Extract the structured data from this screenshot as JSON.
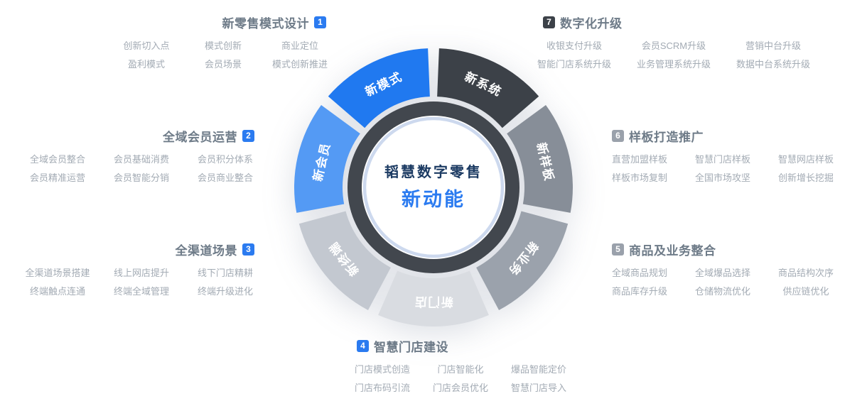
{
  "center": {
    "title": "韬慧数字零售",
    "subtitle": "新动能"
  },
  "colors": {
    "accent_blue": "#2b7bf0",
    "light_blue": "#549af4",
    "dark_slate": "#3c4148",
    "gray": "#878e98",
    "mid_gray": "#9ba2ac",
    "light_gray": "#d9dce1",
    "ring_dark": "#42474e",
    "center_ring": "#cdd9ee",
    "section_title_text": "#6e7b88",
    "section_item_text": "#a3abb4",
    "center_title_navy": "#1b3a62"
  },
  "wheel_segments": [
    {
      "label": "新系统",
      "color": "#3c4148"
    },
    {
      "label": "新样板",
      "color": "#878e98"
    },
    {
      "label": "新业务",
      "color": "#9ba2ac"
    },
    {
      "label": "新门店",
      "color": "#d9dce1"
    },
    {
      "label": "新终端",
      "color": "#c3c8d0"
    },
    {
      "label": "新会员",
      "color": "#549af4"
    },
    {
      "label": "新模式",
      "color": "#2079f0"
    }
  ],
  "sections": [
    {
      "number": "1",
      "title": "新零售模式设计",
      "badge_color": "#2b7bf0",
      "items": [
        [
          "创新切入点",
          "模式创新",
          "商业定位"
        ],
        [
          "盈利模式",
          "会员场景",
          "模式创新推进"
        ]
      ]
    },
    {
      "number": "2",
      "title": "全域会员运营",
      "badge_color": "#2b7bf0",
      "items": [
        [
          "全域会员整合",
          "会员基础消费",
          "会员积分体系"
        ],
        [
          "会员精准运营",
          "会员智能分销",
          "会员商业整合"
        ]
      ]
    },
    {
      "number": "3",
      "title": "全渠道场景",
      "badge_color": "#2b7bf0",
      "items": [
        [
          "全渠道场景搭建",
          "线上网店提升",
          "线下门店精耕"
        ],
        [
          "终端触点连通",
          "终端全域管理",
          "终端升级进化"
        ]
      ]
    },
    {
      "number": "4",
      "title": "智慧门店建设",
      "badge_color": "#2b7bf0",
      "items": [
        [
          "门店模式创造",
          "门店智能化",
          "爆品智能定价"
        ],
        [
          "门店布码引流",
          "门店会员优化",
          "智慧门店导入"
        ]
      ]
    },
    {
      "number": "5",
      "title": "商品及业务整合",
      "badge_color": "#9aa1ab",
      "items": [
        [
          "全域商品规划",
          "全域爆品选择",
          "商品结构次序"
        ],
        [
          "商品库存升级",
          "仓储物流优化",
          "供应链优化"
        ]
      ]
    },
    {
      "number": "6",
      "title": "样板打造推广",
      "badge_color": "#9aa1ab",
      "items": [
        [
          "直营加盟样板",
          "智慧门店样板",
          "智慧网店样板"
        ],
        [
          "样板市场复制",
          "全国市场攻坚",
          "创新增长挖掘"
        ]
      ]
    },
    {
      "number": "7",
      "title": "数字化升级",
      "badge_color": "#3c4148",
      "items": [
        [
          "收银支付升级",
          "会员SCRM升级",
          "营销中台升级"
        ],
        [
          "智能门店系统升级",
          "业务管理系统升级",
          "数据中台系统升级"
        ]
      ]
    }
  ]
}
